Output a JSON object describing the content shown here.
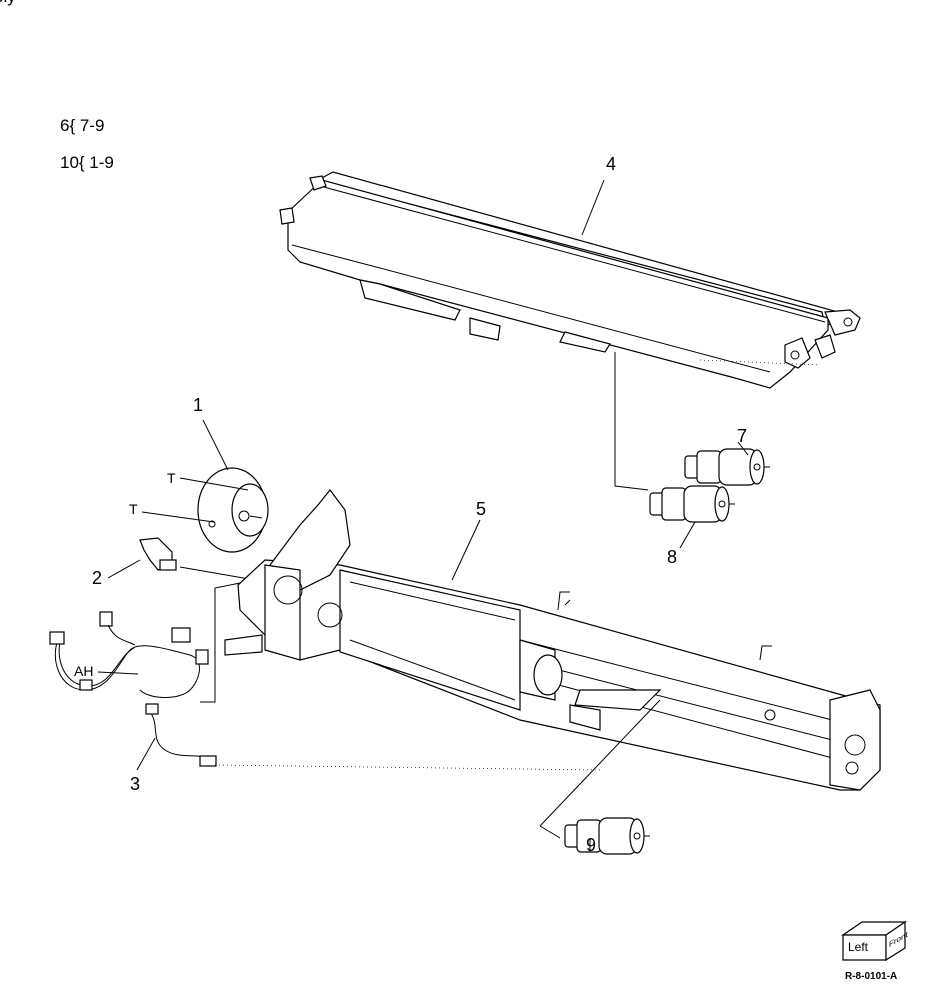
{
  "title_fragment": "bly",
  "references": [
    "6{ 7-9",
    "10{ 1-9"
  ],
  "callouts": {
    "c1": "1",
    "c2": "2",
    "c3": "3",
    "c4": "4",
    "c5": "5",
    "c7": "7",
    "c8": "8",
    "c9": "9"
  },
  "tags": {
    "t_top": "T",
    "t_bottom": "T",
    "ah": "AH"
  },
  "orientation": {
    "left": "Left",
    "front": "Front"
  },
  "doc_id": "R-8-0101-A"
}
